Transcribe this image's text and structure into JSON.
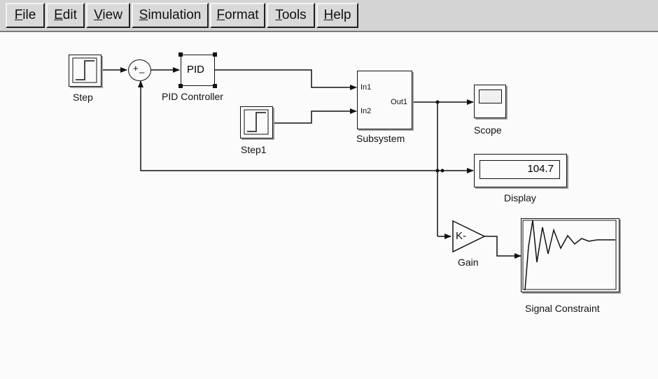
{
  "menu": {
    "items": [
      "File",
      "Edit",
      "View",
      "Simulation",
      "Format",
      "Tools",
      "Help"
    ]
  },
  "blocks": {
    "step": {
      "label": "Step"
    },
    "sum": {
      "plus": "+",
      "minus": "_"
    },
    "pid": {
      "text": "PID",
      "label": "PID Controller"
    },
    "step1": {
      "label": "Step1"
    },
    "subsystem": {
      "label": "Subsystem",
      "in1": "In1",
      "in2": "In2",
      "out1": "Out1"
    },
    "scope": {
      "label": "Scope"
    },
    "display": {
      "label": "Display",
      "value": "104.7"
    },
    "gain": {
      "text": "K-",
      "label": "Gain"
    },
    "signal_constraint": {
      "label": "Signal Constraint"
    }
  }
}
